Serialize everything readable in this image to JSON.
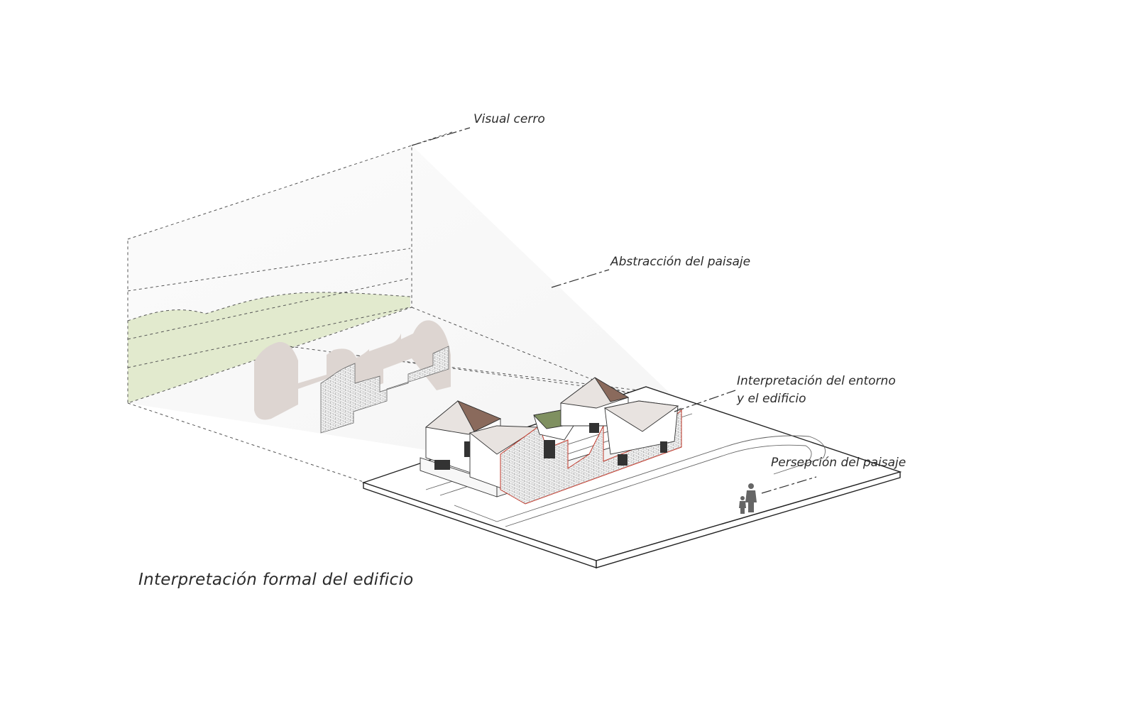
{
  "labels": {
    "visual_cerro": "Visual cerro",
    "abstraccion": "Abstracción  del paisaje",
    "interpretacion_line1": "Interpretación del entorno",
    "interpretacion_line2": "y el edificio",
    "persepcion": "Persepción del paisaje"
  },
  "caption": "Interpretación formal del edificio",
  "colors": {
    "landscape_green": "#dfe8c9",
    "silhouette": "#ddd5d1",
    "roof_brown": "#8a6a5c",
    "roof_green": "#7f9060",
    "accent_red": "#c0392b",
    "line": "#333333"
  }
}
